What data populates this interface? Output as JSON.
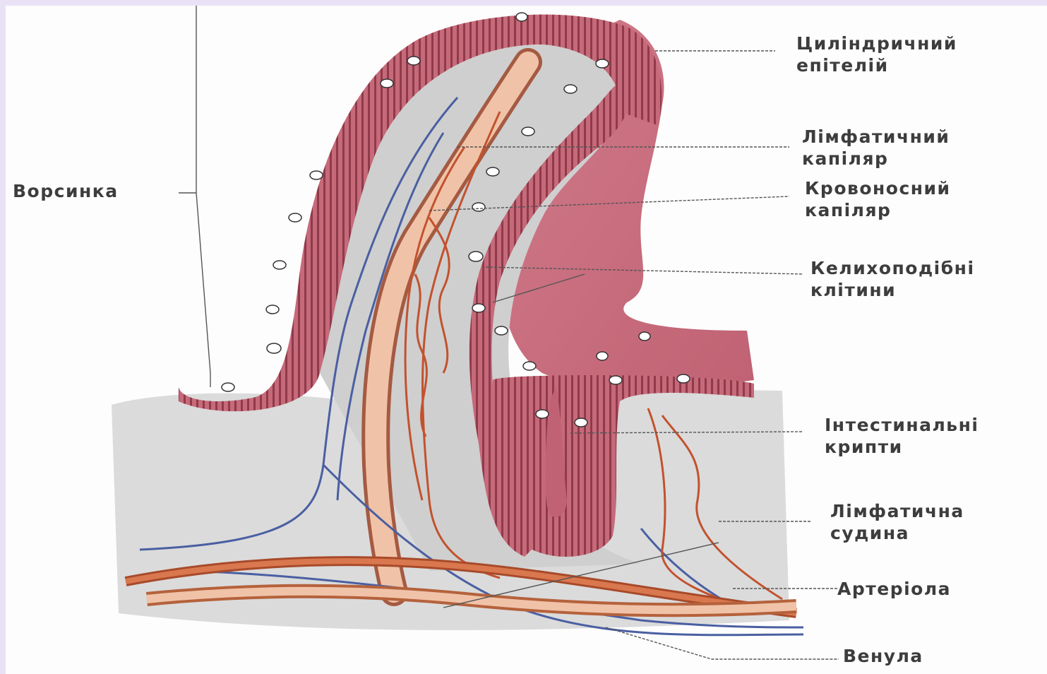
{
  "colors": {
    "page_border": "#e9e2f7",
    "tissue_pink": "#c9707f",
    "epithelium": "#b95566",
    "connective_gray": "#c7c7c7",
    "artery": "#c2522e",
    "lymph_vessel": "#e6a182",
    "vein": "#4a5fa2",
    "label_text": "#3d3d3d"
  },
  "labels": {
    "villus": "Ворсинка",
    "columnar_epithelium_1": "Циліндричний",
    "columnar_epithelium_2": "епітелій",
    "lymph_capillary_1": "Лімфатичний",
    "lymph_capillary_2": "капіляр",
    "blood_capillary_1": "Кровоносний",
    "blood_capillary_2": "капіляр",
    "goblet_cells_1": "Келихоподібні",
    "goblet_cells_2": "клітини",
    "intestinal_crypts_1": "Інтестинальні",
    "intestinal_crypts_2": "крипти",
    "lymph_vessel_1": "Лімфатична",
    "lymph_vessel_2": "судина",
    "arteriole": "Артеріола",
    "venule": "Венула"
  }
}
